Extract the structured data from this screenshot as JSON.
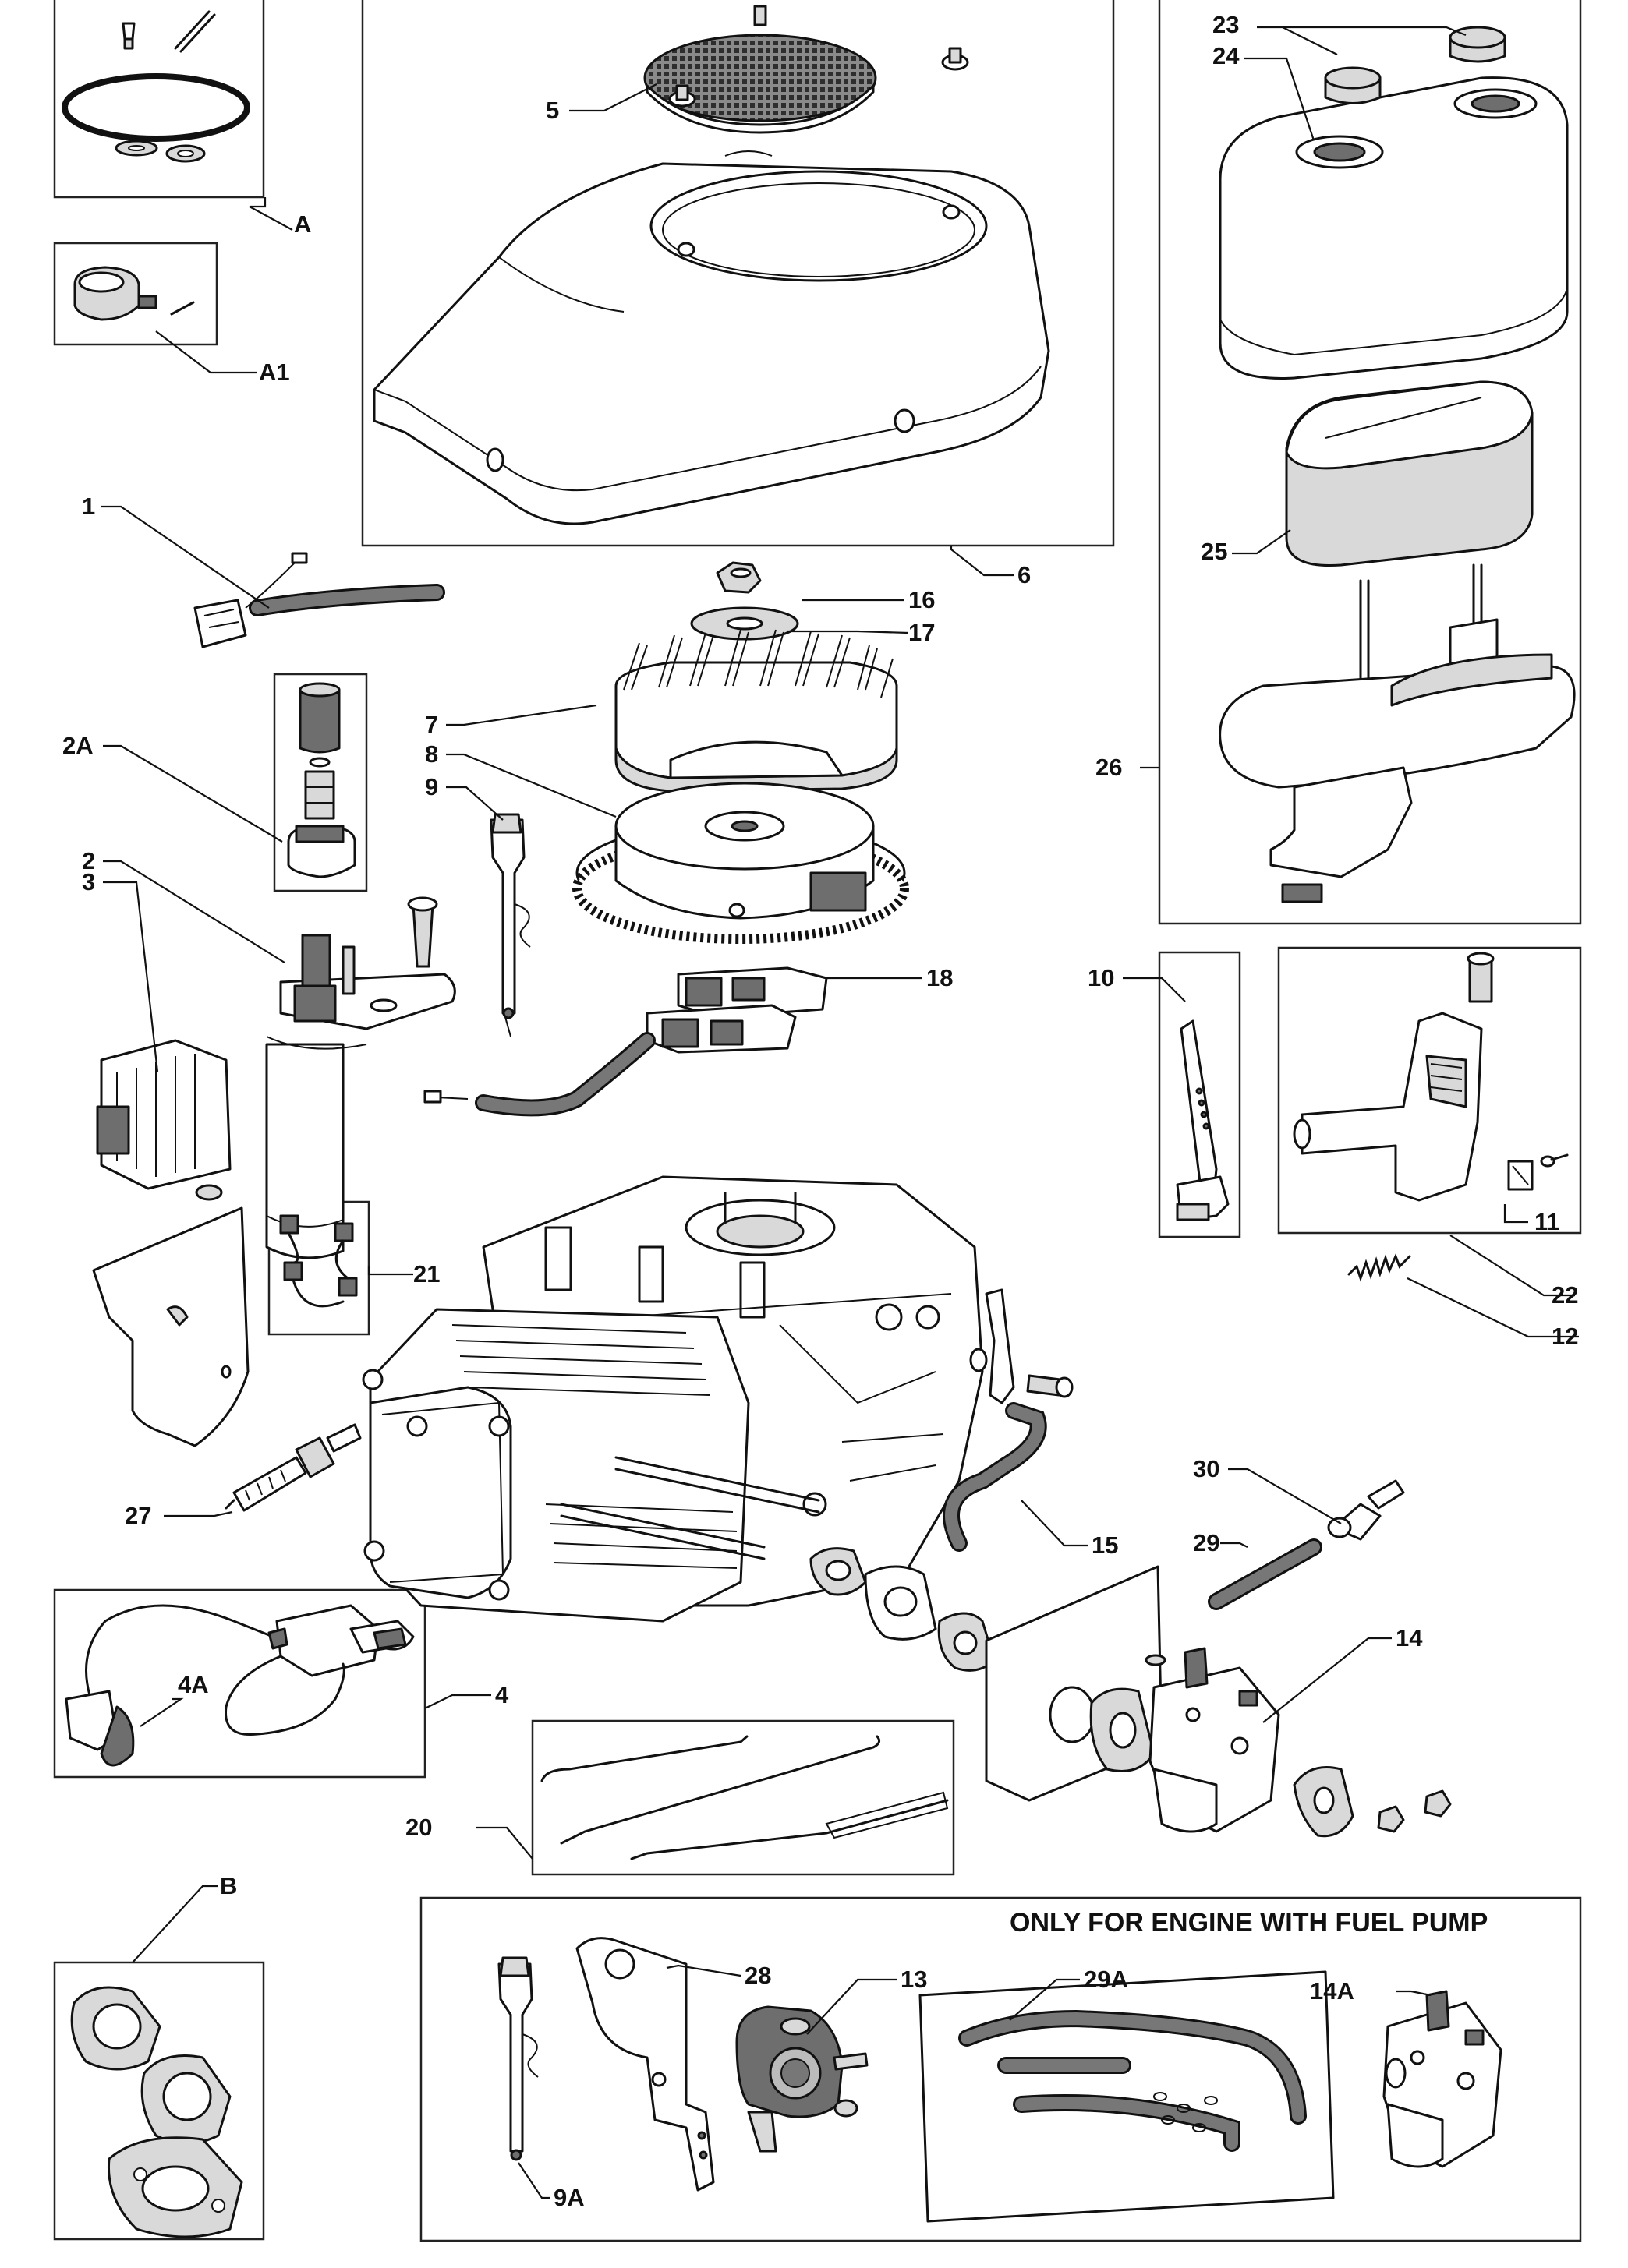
{
  "banner": "ONLY FOR ENGINE WITH FUEL PUMP",
  "parts": {
    "p1": "1",
    "p2": "2",
    "p2A": "2A",
    "p3": "3",
    "p4": "4",
    "p4A": "4A",
    "p5": "5",
    "p6": "6",
    "p7": "7",
    "p8": "8",
    "p9": "9",
    "p9A": "9A",
    "p10": "10",
    "p11": "11",
    "p12": "12",
    "p13": "13",
    "p14": "14",
    "p14A": "14A",
    "p15": "15",
    "p16": "16",
    "p17": "17",
    "p18": "18",
    "p20": "20",
    "p21": "21",
    "p22": "22",
    "p23": "23",
    "p24": "24",
    "p25": "25",
    "p26": "26",
    "p27": "27",
    "p28": "28",
    "p29": "29",
    "p29A": "29A",
    "p30": "30",
    "pA": "A",
    "pA1": "A1",
    "pB": "B"
  }
}
